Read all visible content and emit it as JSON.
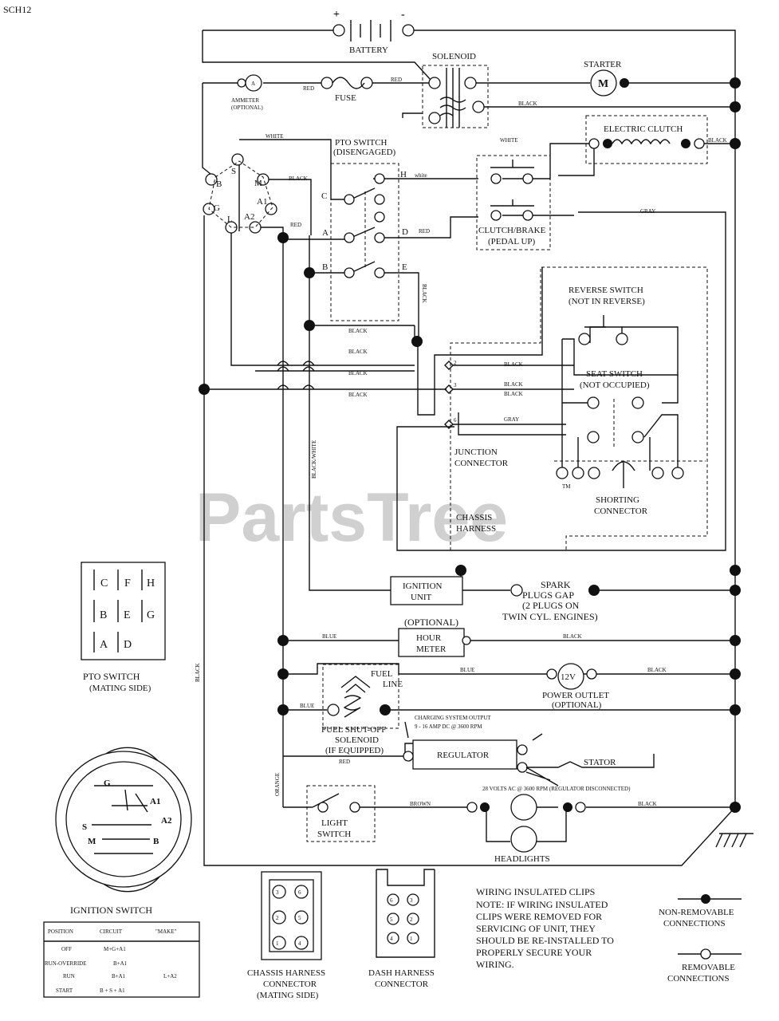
{
  "doc_id": "SCH12",
  "watermark": "PartsTree",
  "watermark_tm": "TM",
  "battery": {
    "label": "BATTERY",
    "plus": "+",
    "minus": "-"
  },
  "solenoid": {
    "label": "SOLENOID"
  },
  "starter": {
    "label": "STARTER",
    "symbol": "M"
  },
  "ammeter": {
    "label": "AMMETER",
    "note": "(OPTIONAL)",
    "symbol": "A"
  },
  "fuse": {
    "label": "FUSE"
  },
  "electric_clutch": {
    "label": "ELECTRIC CLUTCH"
  },
  "ignition_terminals": {
    "S": "S",
    "B": "B",
    "M": "M",
    "G": "G",
    "A1": "A1",
    "A2": "A2",
    "L": "L"
  },
  "pto_switch": {
    "label": "PTO SWITCH",
    "state": "(DISENGAGED)",
    "terminals": {
      "C": "C",
      "H": "H",
      "A": "A",
      "D": "D",
      "B": "B",
      "E": "E"
    }
  },
  "clutch_brake_switch": {
    "label": "CLUTCH/BRAKE",
    "state": "(PEDAL UP)"
  },
  "reverse_switch": {
    "label": "REVERSE SWITCH",
    "state": "(NOT IN REVERSE)"
  },
  "seat_switch": {
    "label": "SEAT SWITCH",
    "state": "(NOT OCCUPIED)"
  },
  "shorting_connector": {
    "line1": "SHORTING",
    "line2": "CONNECTOR"
  },
  "junction_connector": {
    "line1": "JUNCTION",
    "line2": "CONNECTOR",
    "harness1": "CHASSIS",
    "harness2": "HARNESS",
    "pins": [
      "2",
      "3",
      "6"
    ]
  },
  "ignition_unit": {
    "line1": "IGNITION",
    "line2": "UNIT"
  },
  "spark_plugs": {
    "line1": "SPARK",
    "line2": "PLUGS GAP",
    "line3": "(2 PLUGS ON",
    "line4": "TWIN CYL. ENGINES)"
  },
  "hour_meter": {
    "optional": "(OPTIONAL)",
    "line1": "HOUR",
    "line2": "METER"
  },
  "power_outlet": {
    "voltage": "12V",
    "label": "POWER OUTLET",
    "optional": "(OPTIONAL)"
  },
  "fuel_solenoid": {
    "fuel_line1": "FUEL",
    "fuel_line2": "LINE",
    "line1": "FUEL SHUT-OFF",
    "line2": "SOLENOID",
    "line3": "(IF EQUIPPED)"
  },
  "regulator": {
    "label": "REGULATOR",
    "output_title": "CHARGING SYSTEM OUTPUT",
    "output_spec": "9 - 16 AMP DC @ 3600 RPM"
  },
  "stator": {
    "label": "STATOR",
    "spec": "28 VOLTS AC @ 3600 RPM (REGULATOR DISCONNECTED)"
  },
  "light_switch": {
    "line1": "LIGHT",
    "line2": "SWITCH"
  },
  "headlights": {
    "label": "HEADLIGHTS"
  },
  "wires": {
    "red": "RED",
    "black": "BLACK",
    "white": "WHITE",
    "white_lc": "white",
    "gray": "GRAY",
    "blue": "BLUE",
    "brown": "BROWN",
    "orange": "ORANGE",
    "black_white": "BLACK/WHITE"
  },
  "pto_mating": {
    "title": "PTO SWITCH",
    "subtitle": "(MATING SIDE)",
    "cells": [
      "C",
      "F",
      "H",
      "B",
      "E",
      "G",
      "A",
      "D"
    ]
  },
  "ignition_drawing": {
    "G": "G",
    "A1": "A1",
    "A2": "A2",
    "S": "S",
    "M": "M",
    "B": "B"
  },
  "ignition_switch": {
    "title": "IGNITION SWITCH",
    "headers": [
      "POSITION",
      "CIRCUIT",
      "\"MAKE\""
    ],
    "rows": [
      {
        "position": "OFF",
        "circuit": "M+G+A1",
        "make": ""
      },
      {
        "position": "RUN-OVERRIDE",
        "circuit": "B+A1",
        "make": ""
      },
      {
        "position": "RUN",
        "circuit": "B+A1",
        "make": "L+A2"
      },
      {
        "position": "START",
        "circuit": "B + S + A1",
        "make": ""
      }
    ]
  },
  "chassis_connector": {
    "line1": "CHASSIS HARNESS",
    "line2": "CONNECTOR",
    "line3": "(MATING SIDE)",
    "pins": [
      "3",
      "6",
      "2",
      "5",
      "1",
      "4"
    ]
  },
  "dash_connector": {
    "line1": "DASH HARNESS",
    "line2": "CONNECTOR",
    "pins": [
      "6",
      "3",
      "5",
      "2",
      "4",
      "1"
    ]
  },
  "note": {
    "lines": [
      "WIRING INSULATED CLIPS",
      "NOTE: IF WIRING INSULATED",
      "CLIPS WERE REMOVED FOR",
      "SERVICING OF UNIT, THEY",
      "SHOULD BE RE-INSTALLED TO",
      "PROPERLY SECURE YOUR",
      "WIRING."
    ]
  },
  "legend": {
    "non_removable1": "NON-REMOVABLE",
    "non_removable2": "CONNECTIONS",
    "removable1": "REMOVABLE",
    "removable2": "CONNECTIONS"
  }
}
